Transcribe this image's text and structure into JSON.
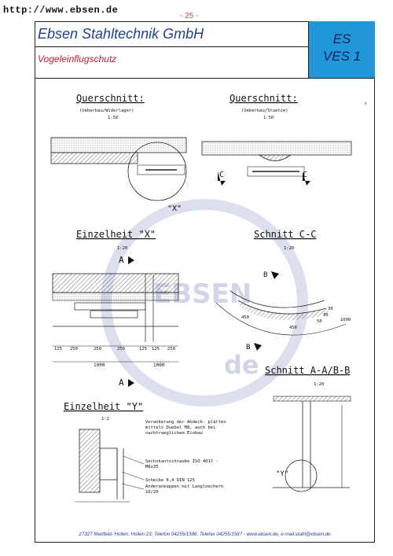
{
  "header": {
    "url": "http://www.ebsen.de",
    "page_number": "- 25 -",
    "company": "Ebsen Stahltechnik GmbH",
    "product": "Vogeleinflugschutz",
    "code_line1": "ES",
    "code_line2": "VES 1"
  },
  "drawing": {
    "view1_title": "Querschnitt:",
    "view1_sub": "(Ueberbau/Widerlager)",
    "view1_scale": "1:50",
    "view2_title": "Querschnitt:",
    "view2_sub": "(Ueberbau/Stuetze)",
    "view2_scale": "1:50",
    "detail_x_title": "Einzelheit \"X\"",
    "detail_x_scale": "1:20",
    "section_cc_title": "Schnitt C-C",
    "section_cc_scale": "1:20",
    "section_ab_title": "Schnitt A-A/B-B",
    "section_ab_scale": "1:20",
    "detail_y_title": "Einzelheit \"Y\"",
    "detail_y_scale": "1:2",
    "label_x": "\"X\"",
    "label_y": "\"Y\"",
    "label_c": "C",
    "label_a": "A",
    "label_b": "B",
    "note_anchor": "Verankerung der Abdeck- platten mittels Duebel M8, auch bei nachtraeglichem Einbau",
    "note_bolt": "Sechskantschraube ISO 4017 - M8x35",
    "note_washer": "Scheibe 8,4 DIN 125",
    "note_dowel": "Anderankappen mit Langloechern 10/20",
    "dims_top": [
      "125",
      "250",
      "250",
      "250",
      "125",
      "125",
      "250"
    ],
    "dims_total_left": "1000",
    "dims_total_right": "1000",
    "dims_cc": [
      "450",
      "450",
      "50",
      "30",
      "30",
      "1000"
    ],
    "watermark_1": "EBSEN",
    "watermark_2": "de"
  },
  "footer": {
    "text": "27327 Martfeld- Hollen; Hollen 23; Telefon 04255/1586; Telefax 04255/1587 - www.ebsen.de, e-mail:stahl@ebsen.de"
  }
}
